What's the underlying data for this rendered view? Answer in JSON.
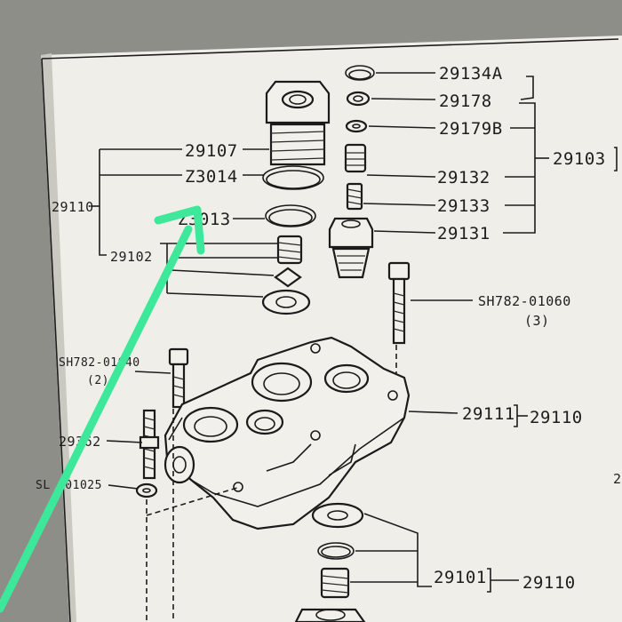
{
  "labels": {
    "p29134A": "29134A",
    "p29178": "29178",
    "p29179B": "29179B",
    "p29103": "29103",
    "p29132": "29132",
    "p29133": "29133",
    "p29131": "29131",
    "p29107": "29107",
    "pZ3014": "Z3014",
    "pZ3013": "Z3013",
    "p29110_left": "29110",
    "p29102": "29102",
    "pSH782_01060": "SH782-01060",
    "qty_01060": "(3)",
    "pSH782_01040": "SH782-01040",
    "qty_01040": "(2)",
    "p29111": "29111",
    "p29110_right": "29110",
    "p29362": "29362",
    "pSL_01025": "SL -01025",
    "p29101": "29101",
    "p29110_bottom": "29110",
    "edge_2": "2"
  },
  "colors": {
    "paper": "#efeee8",
    "ink": "#1d1d1d",
    "arrow": "#3de89a"
  }
}
